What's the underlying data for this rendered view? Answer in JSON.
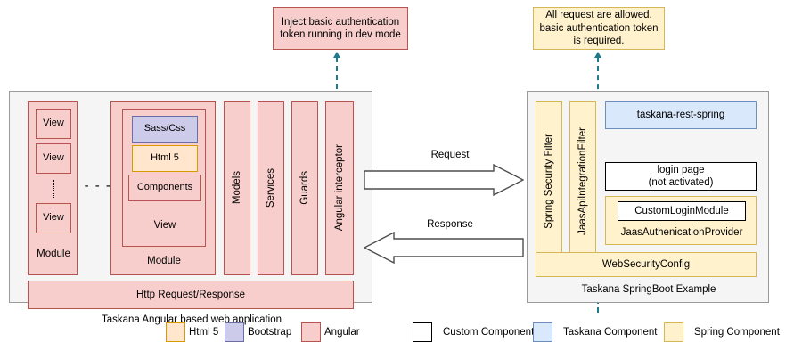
{
  "notes": {
    "angular_note": "Inject basic authentication token running in dev mode",
    "spring_note": "All request are allowed. basic authentication token is required."
  },
  "left_panel": {
    "caption": "Taskana Angular based web application",
    "module_a": {
      "label": "Module",
      "views": [
        "View",
        "View",
        "View"
      ]
    },
    "separator": "- - -",
    "module_b": {
      "label": "Module",
      "view_label": "View",
      "layers": [
        "Sass/Css",
        "Html 5",
        "Components"
      ]
    },
    "columns": [
      "Models",
      "Services",
      "Guards",
      "Angular interceptor"
    ],
    "http_bar": "Http Request/Response"
  },
  "arrows": {
    "request": "Request",
    "response": "Response"
  },
  "right_panel": {
    "caption": "Taskana SpringBoot Example",
    "filters": [
      "Spring Security Filter",
      "JaasApiIntegrationFilter"
    ],
    "rest": "taskana-rest-spring",
    "login_page": "login page (not activated)",
    "login_page_line1": "login page",
    "login_page_line2": "(not activated)",
    "auth_provider": "JaasAuthenicationProvider",
    "custom_login_module": "CustomLoginModule",
    "web_security_config": "WebSecurityConfig"
  },
  "legend": {
    "items": [
      {
        "label": "Html 5",
        "swatch": "html5-swatch"
      },
      {
        "label": "Bootstrap",
        "swatch": "bootstrap-swatch"
      },
      {
        "label": "Angular",
        "swatch": "angular-swatch"
      },
      {
        "label": "Custom Component",
        "swatch": "custom-component-swatch"
      },
      {
        "label": "Taskana Component",
        "swatch": "taskana-component-swatch"
      },
      {
        "label": "Spring Component",
        "swatch": "spring-component-swatch"
      }
    ]
  },
  "colors": {
    "angular": "#f8cecc",
    "angular_border": "#b85450",
    "bootstrap": "#ccccea",
    "bootstrap_border": "#6c6ca6",
    "html5": "#ffe6cc",
    "html5_border": "#d79b00",
    "spring": "#fff2cc",
    "spring_border": "#d6b656",
    "taskana": "#dae8fc",
    "taskana_border": "#6c8ebf",
    "custom": "#ffffff",
    "custom_border": "#000000",
    "connector": "#1f7a8c",
    "panel_bg": "#f5f5f5",
    "panel_border": "#9a9a9a"
  }
}
